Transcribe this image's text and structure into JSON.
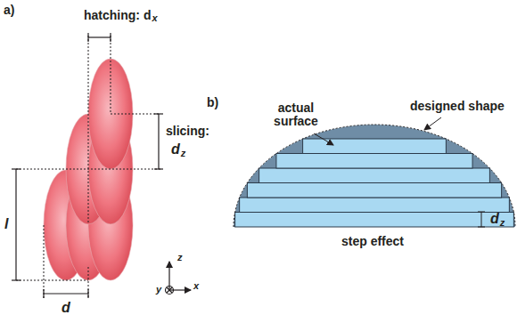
{
  "diagram": {
    "labels": [
      "a)",
      "hatching: d",
      "x",
      "slicing:",
      "d",
      "z",
      "l",
      "d",
      "z",
      "y",
      "x",
      "b)",
      "actual surface",
      "designed shape",
      "step effect",
      "d",
      "z"
    ]
  }
}
